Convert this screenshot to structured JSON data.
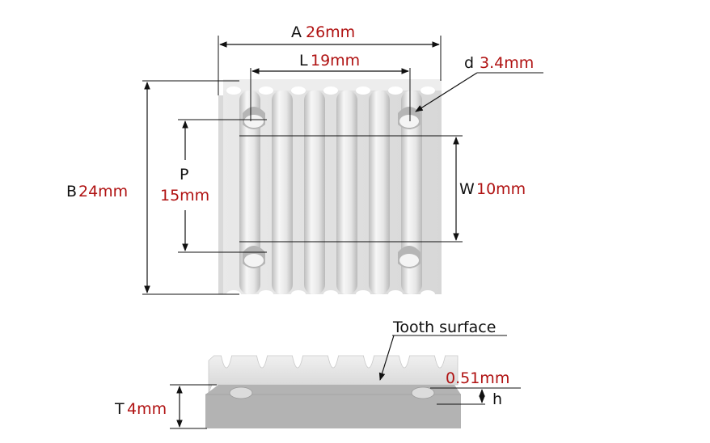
{
  "dimensions": {
    "A": {
      "letter": "A",
      "value": "26mm"
    },
    "L": {
      "letter": "L",
      "value": "19mm"
    },
    "d": {
      "letter": "d",
      "value": "3.4mm"
    },
    "B": {
      "letter": "B",
      "value": "24mm"
    },
    "P": {
      "letter": "P",
      "value": "15mm"
    },
    "W": {
      "letter": "W",
      "value": "10mm"
    },
    "T": {
      "letter": "T",
      "value": "4mm"
    },
    "h": {
      "letter": "h",
      "value": "0.51mm"
    }
  },
  "callouts": {
    "tooth_surface": "Tooth surface"
  },
  "colors": {
    "label": "#111111",
    "value": "#b01212",
    "part_light": "#e4e4e4",
    "part_shadow": "#c9c9c9",
    "base_gray": "#b3b3b3"
  }
}
